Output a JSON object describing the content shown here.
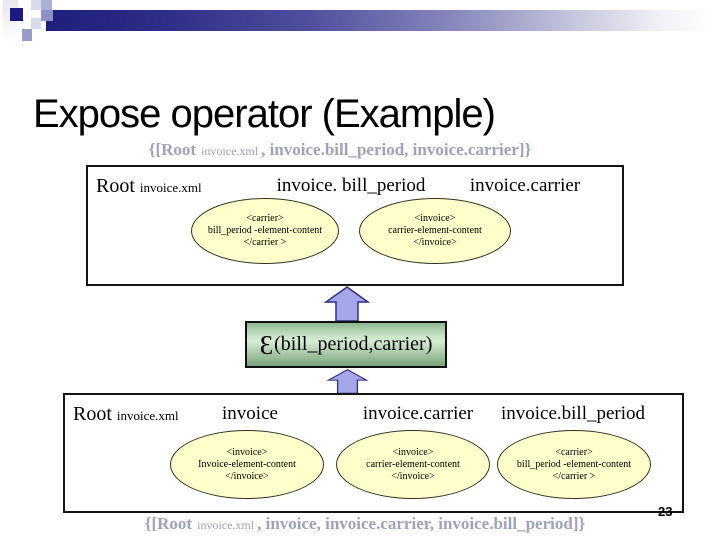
{
  "slide": {
    "title": "Expose operator (Example)",
    "page_number": "23"
  },
  "subtitle": {
    "prefix": "{[Root",
    "small": "invoice.xml",
    "suffix": ", invoice.bill_period, invoice.carrier]}"
  },
  "caption": {
    "prefix": "{[Root",
    "small": "invoice.xml",
    "suffix": ", invoice, invoice.carrier, invoice.bill_period]}"
  },
  "top_box": {
    "root_label": "Root",
    "root_small": "invoice.xml",
    "headers": [
      "invoice. bill_period",
      "invoice.carrier"
    ],
    "ellipses": [
      {
        "lines": [
          "<carrier>",
          "bill_period -element-content",
          "</carrier >"
        ]
      },
      {
        "lines": [
          "<invoice>",
          "carrier-element-content",
          "</invoice>"
        ]
      }
    ]
  },
  "operator_box": {
    "epsilon": "Ɛ",
    "label": "(bill_period,carrier)"
  },
  "bottom_box": {
    "root_label": "Root",
    "root_small": "invoice.xml",
    "headers": [
      "invoice",
      "invoice.carrier",
      "invoice.bill_period"
    ],
    "ellipses": [
      {
        "lines": [
          "<invoice>",
          "Invoice-element-content",
          "</invoice>"
        ]
      },
      {
        "lines": [
          "<invoice>",
          "carrier-element-content",
          "</invoice>"
        ]
      },
      {
        "lines": [
          "<carrier>",
          "bill_period -element-content",
          "</carrier >"
        ]
      }
    ]
  },
  "colors": {
    "header_bar_navy": "#1e1e7c",
    "ellipse_fill": "#ffffcc",
    "operator_green_light": "#d6ecd3",
    "operator_green_dark": "#7aa37c",
    "arrow_fill": "#a6a6ea",
    "arrow_stroke": "#2f2f80",
    "bracket_text": "#9fa2bd"
  }
}
